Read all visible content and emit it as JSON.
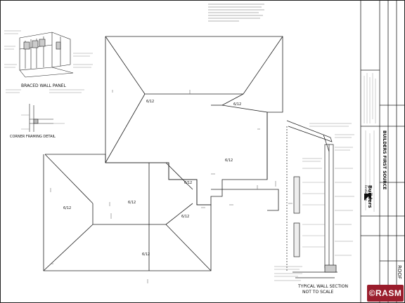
{
  "sheet": {
    "roof_pitch": "6/12",
    "wall_section_title": "TYPICAL WALL SECTION",
    "wall_section_scale": "NOT TO SCALE",
    "braced_panel_title": "BRACED WALL PANEL",
    "corner_framing_title": "CORNER FRAMING DETAIL"
  },
  "title_block": {
    "company": "BUILDERS FIRST SOURCE",
    "logo_text_1": "Builders",
    "logo_text_2": "FirstSource",
    "sheet_name": "ROOF"
  },
  "watermark": {
    "text": "©RASM"
  }
}
